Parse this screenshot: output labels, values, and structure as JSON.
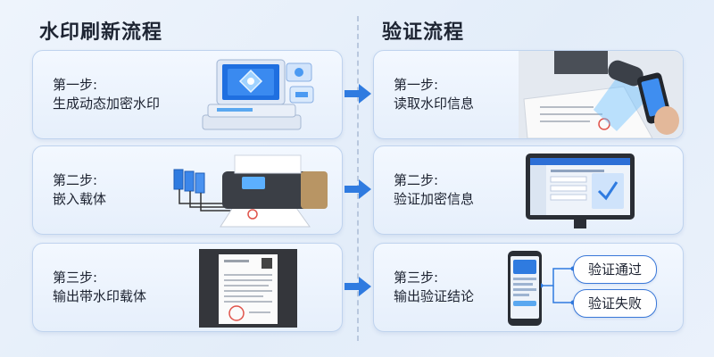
{
  "left": {
    "title": "水印刷新流程",
    "steps": [
      {
        "label": "第一步:",
        "text": "生成动态加密水印"
      },
      {
        "label": "第二步:",
        "text": "嵌入载体"
      },
      {
        "label": "第三步:",
        "text": "输出带水印载体"
      }
    ]
  },
  "right": {
    "title": "验证流程",
    "steps": [
      {
        "label": "第一步:",
        "text": "读取水印信息"
      },
      {
        "label": "第二步:",
        "text": "验证加密信息"
      },
      {
        "label": "第三步:",
        "text": "输出验证结论"
      }
    ],
    "results": [
      "验证通过",
      "验证失败"
    ]
  },
  "colors": {
    "accent": "#2f7be0",
    "card_border": "#bfd3ee",
    "title_text": "#1e2533"
  }
}
